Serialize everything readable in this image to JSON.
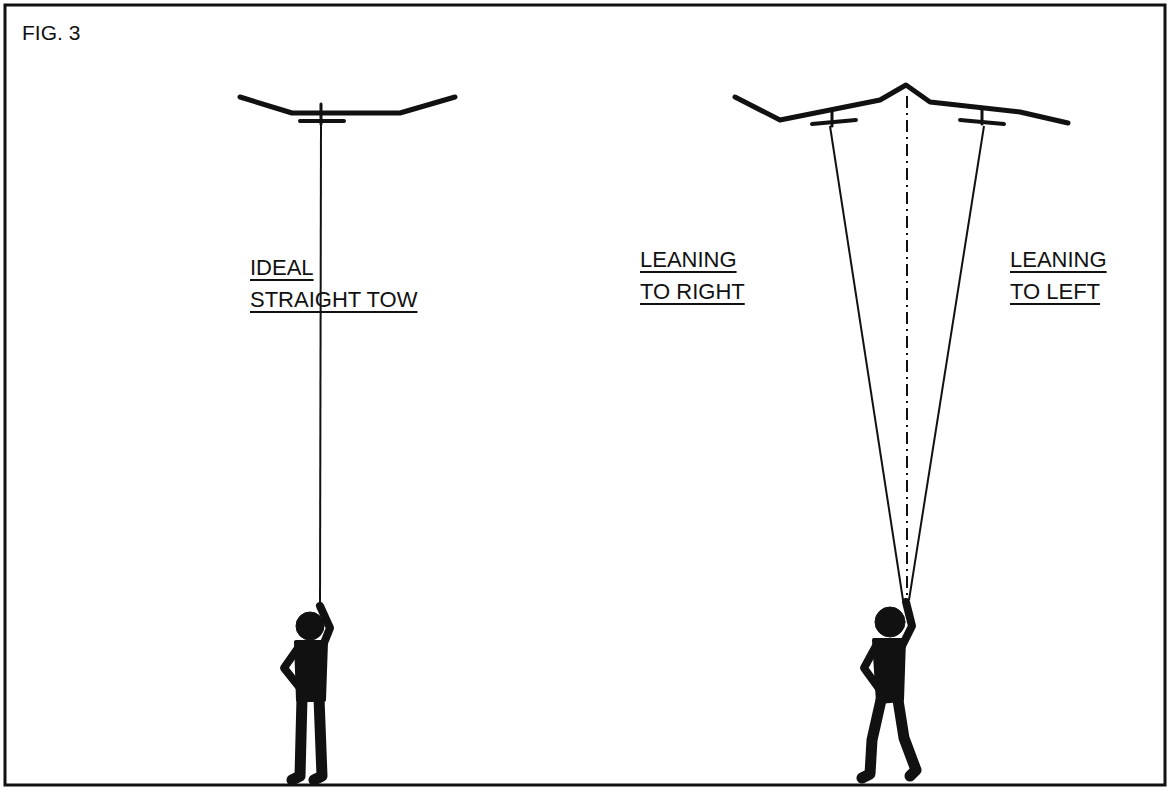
{
  "diagram": {
    "labels": [
      "FIG. 3",
      "IDEAL STRAIGHT TOW",
      "LEANING TO RIGHT",
      "LEANING TO LEFT"
    ]
  }
}
